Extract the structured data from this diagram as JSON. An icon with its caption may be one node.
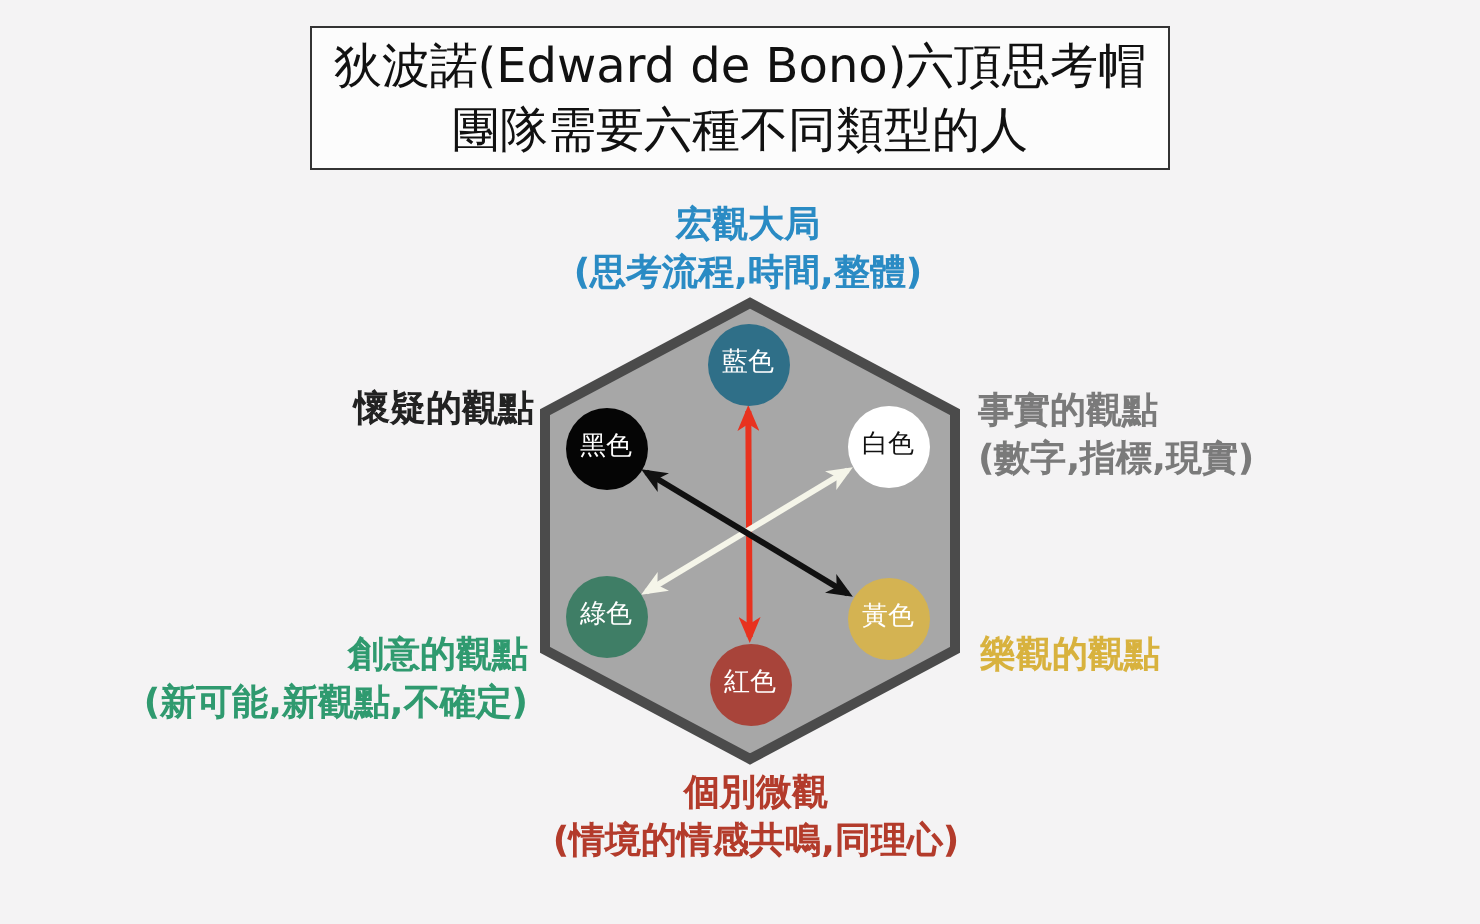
{
  "diagram": {
    "title": "狄波諾(Edward de Bono)六頂思考帽",
    "nodes": [
      {
        "text": [],
        "shape": "hexagon"
      },
      {
        "text": [
          "藍色"
        ],
        "in": 0,
        "beside": [
          "宏觀大局",
          "(思考流程,時間,整體)"
        ]
      },
      {
        "text": [
          "黑色"
        ],
        "in": 0,
        "beside": [
          "懷疑的觀點"
        ]
      },
      {
        "text": [
          "白色"
        ],
        "in": 0,
        "beside": [
          "事實的觀點",
          "(數字,指標,現實)"
        ]
      },
      {
        "text": [
          "綠色"
        ],
        "in": 0,
        "beside": [
          "創意的觀點",
          "(新可能,新觀點,不確定)"
        ]
      },
      {
        "text": [
          "黃色"
        ],
        "in": 0,
        "beside": [
          "樂觀的觀點"
        ]
      },
      {
        "text": [
          "紅色"
        ],
        "in": 0,
        "beside": [
          "個別微觀",
          "(情境的情感共鳴,同理心)"
        ]
      }
    ],
    "edges": [
      {
        "from": 1,
        "to": 6,
        "arrow": "both",
        "color": "#e8321f"
      },
      {
        "from": 3,
        "to": 4,
        "arrow": "both",
        "color": "#f5f5e9"
      },
      {
        "from": 2,
        "to": 5,
        "arrow": "both",
        "color": "#111111"
      }
    ],
    "labels": [
      "團隊需要六種不同類型的人"
    ]
  }
}
